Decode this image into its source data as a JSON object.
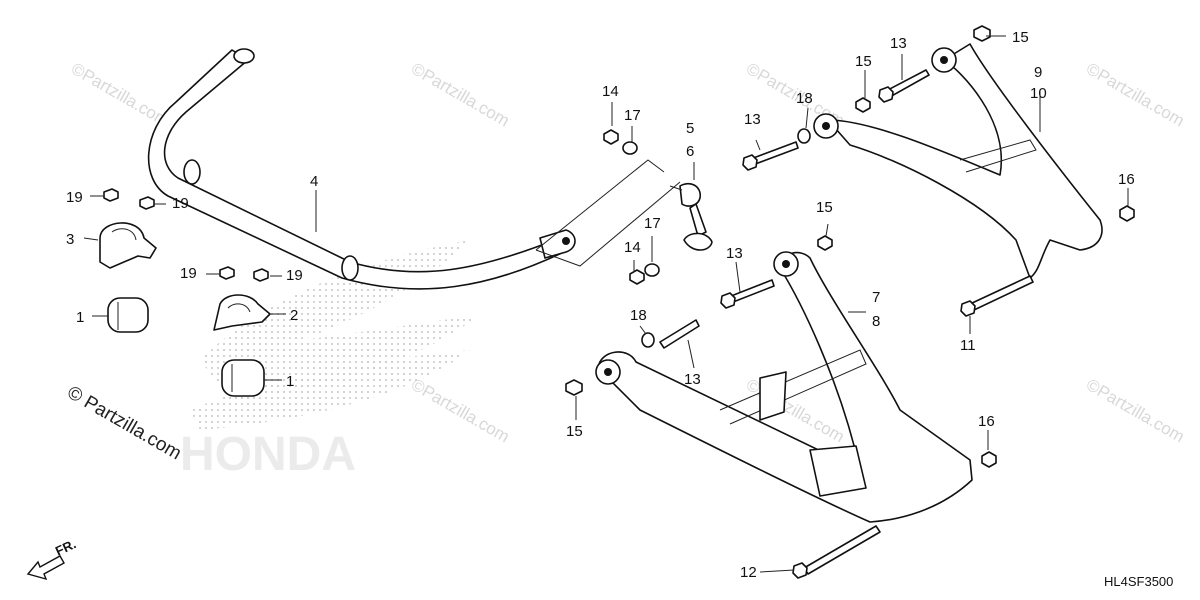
{
  "diagram": {
    "watermark": "©Partzilla.com",
    "brand_watermark": "HONDA",
    "copyright": "© Partzilla.com",
    "diagram_code": "HL4SF3500",
    "front_arrow_label": "FR.",
    "callouts": {
      "c1a": "1",
      "c1b": "1",
      "c2": "2",
      "c3": "3",
      "c4": "4",
      "c5": "5",
      "c6": "6",
      "c7": "7",
      "c8": "8",
      "c9": "9",
      "c10": "10",
      "c11": "11",
      "c12": "12",
      "c13a": "13",
      "c13b": "13",
      "c13c": "13",
      "c13d": "13",
      "c14a": "14",
      "c14b": "14",
      "c15a": "15",
      "c15b": "15",
      "c15c": "15",
      "c15d": "15",
      "c16a": "16",
      "c16b": "16",
      "c17a": "17",
      "c17b": "17",
      "c18a": "18",
      "c18b": "18",
      "c19a": "19",
      "c19b": "19",
      "c19c": "19",
      "c19d": "19"
    }
  }
}
